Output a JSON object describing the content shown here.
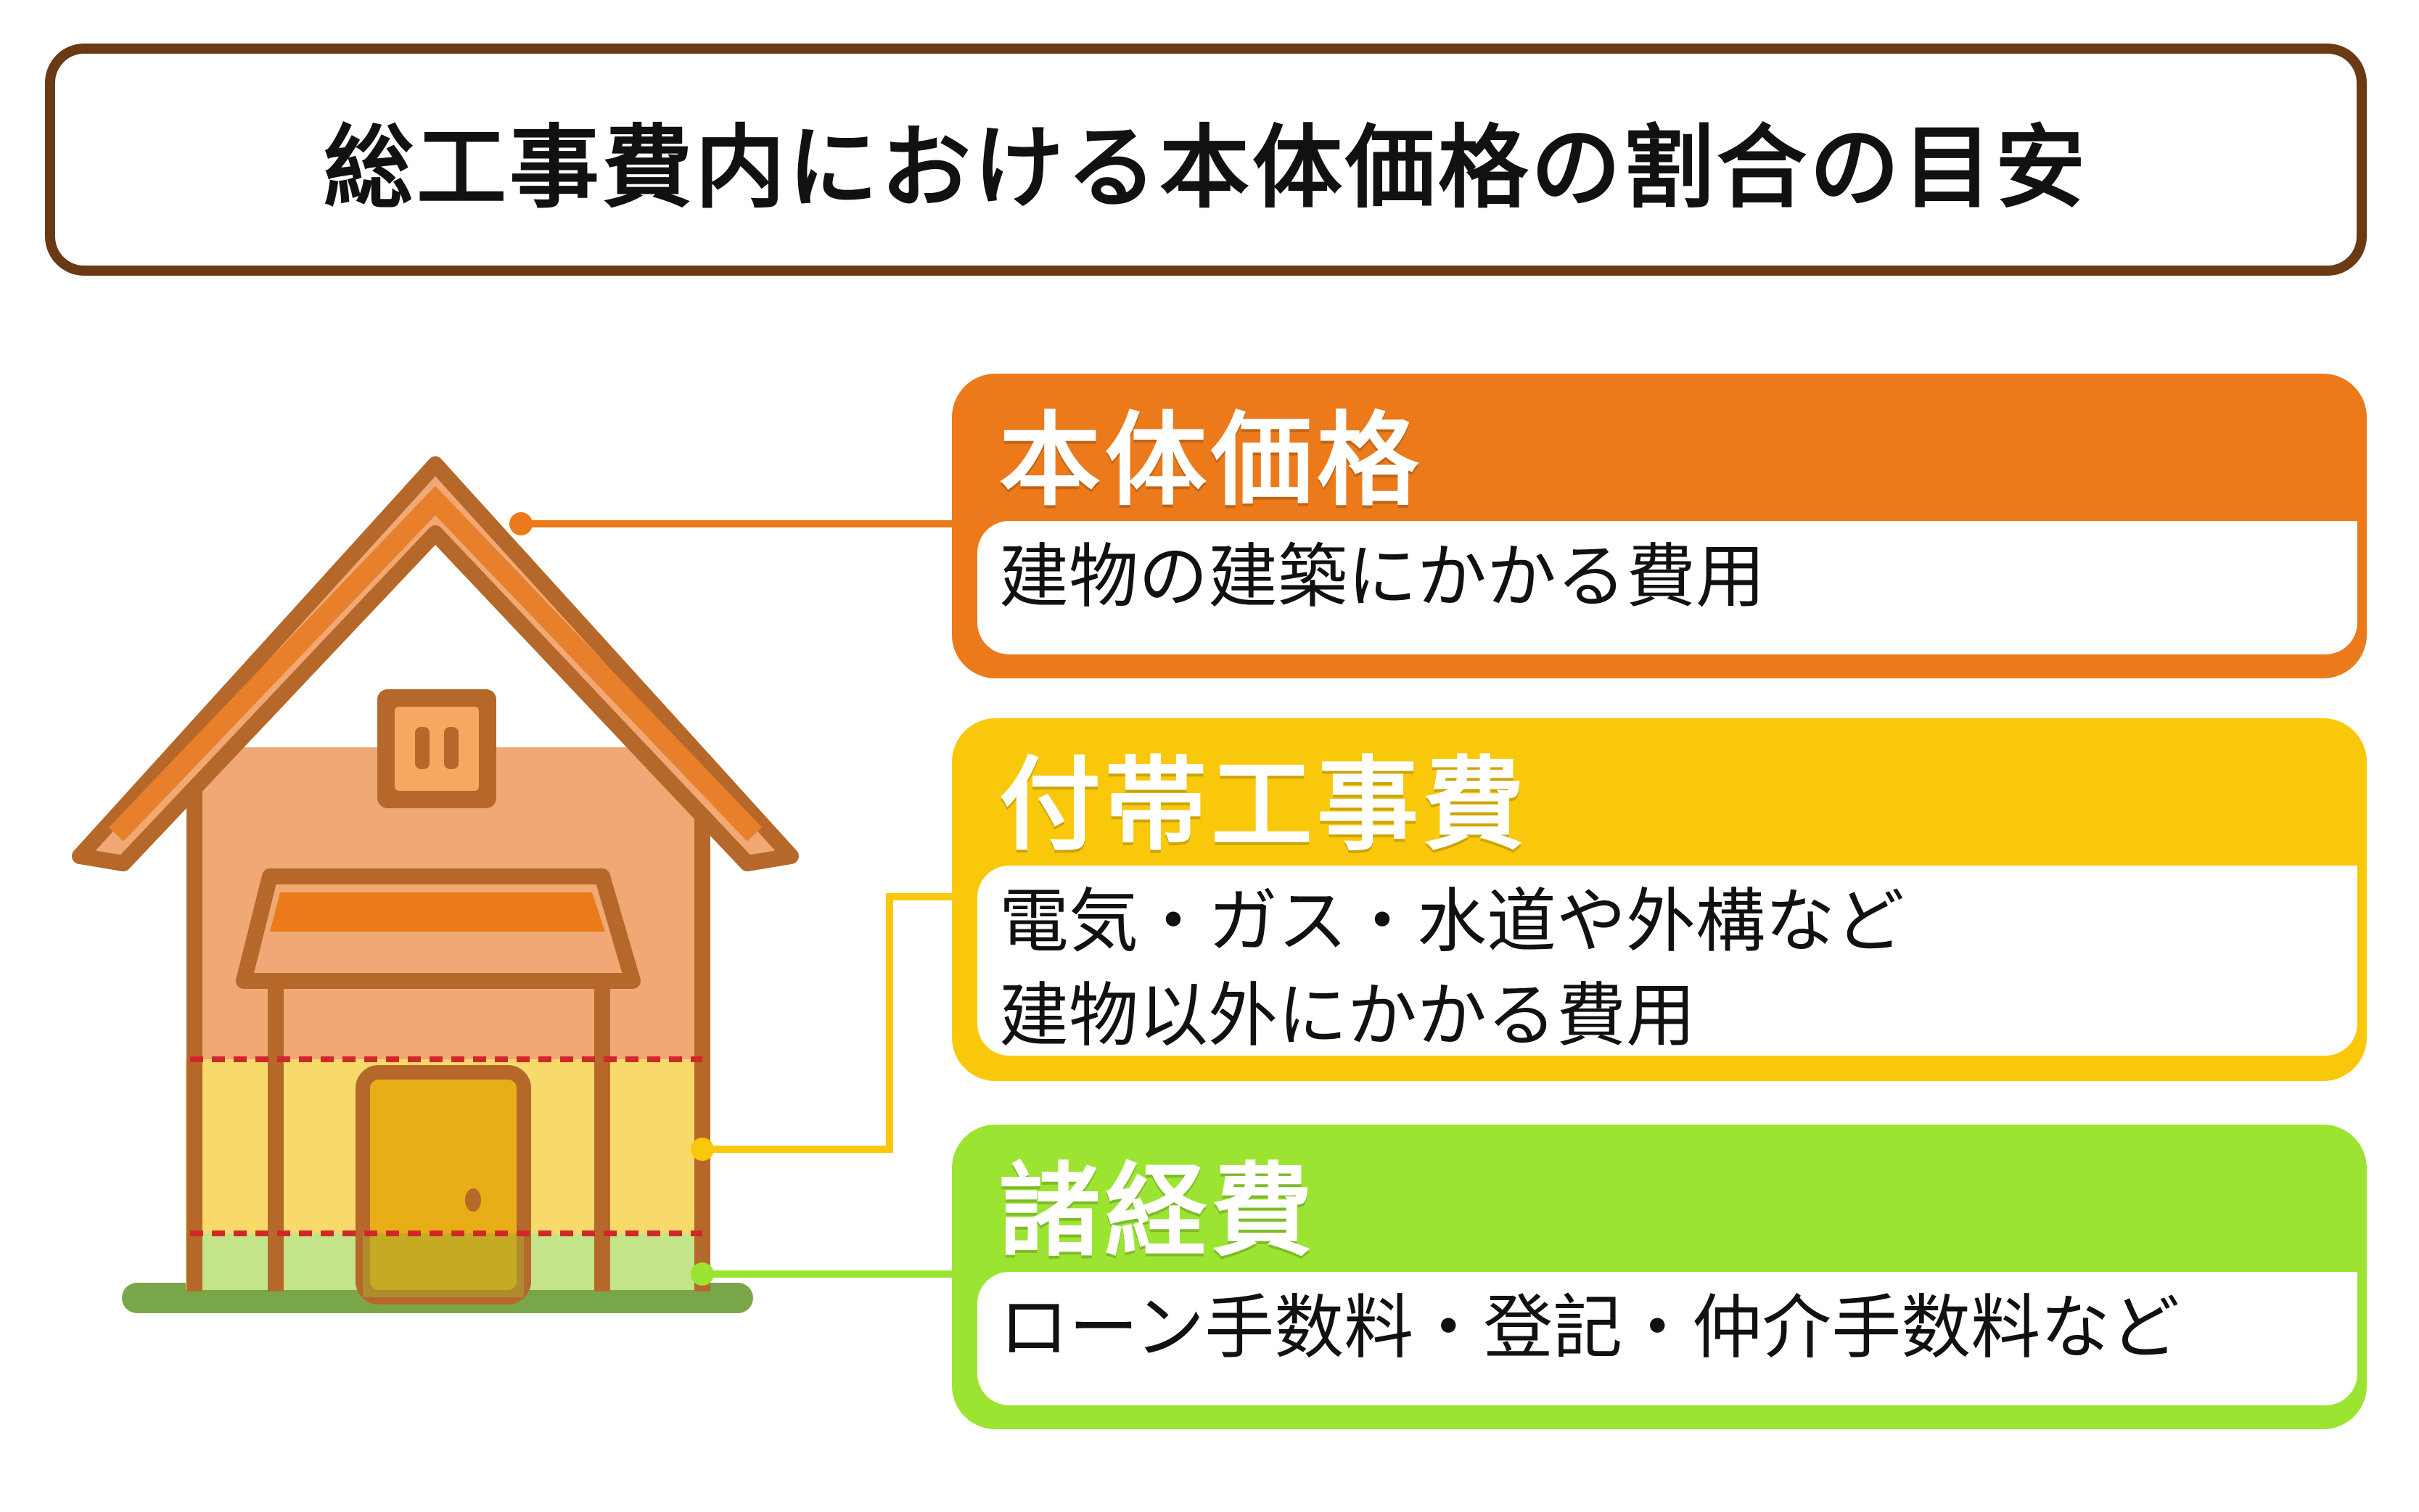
{
  "title": "総工事費内における本体価格の割合の目安",
  "colors": {
    "main": "#ec7a1b",
    "extra": "#f9c80a",
    "misc": "#9be532",
    "frame": "#6b3a14"
  },
  "items": [
    {
      "heading": "本体価格",
      "lines": [
        "建物の建築にかかる費用"
      ]
    },
    {
      "heading": "付帯工事費",
      "lines": [
        "電気・ガス・水道や外構など",
        "建物以外にかかる費用"
      ]
    },
    {
      "heading": "諸経費",
      "lines": [
        "ローン手数料・登記・仲介手数料など"
      ]
    }
  ]
}
